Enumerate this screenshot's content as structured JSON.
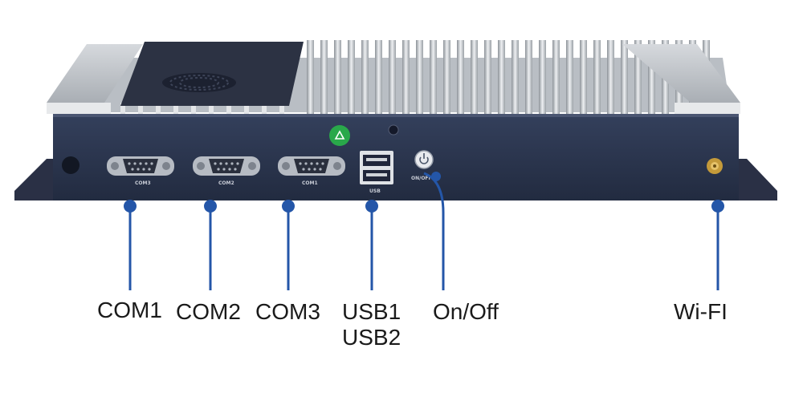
{
  "callouts": {
    "com1": "COM1",
    "com2": "COM2",
    "com3": "COM3",
    "usb1": "USB1",
    "usb2": "USB2",
    "power": "On/Off",
    "wifi": "Wi-FI"
  },
  "panel_print": {
    "port_left": "COM3",
    "port_mid": "COM2",
    "port_right": "COM1",
    "usb": "USB",
    "power": "ON/OFF"
  },
  "colors": {
    "panel": "#2a3550",
    "callout": "#2456a8",
    "heatsink": "#c9cdd2"
  },
  "icons": [
    "power-icon",
    "recycle-badge-icon",
    "antenna-icon"
  ]
}
